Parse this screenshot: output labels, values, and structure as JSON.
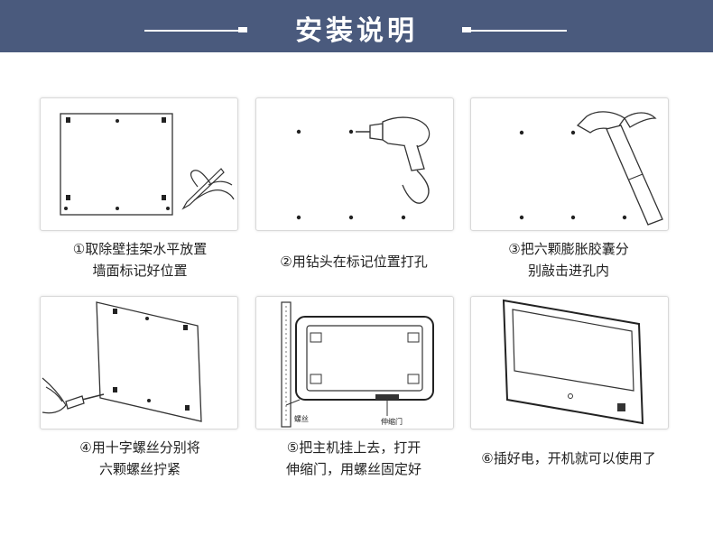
{
  "header": {
    "title": "安装说明",
    "accent_color": "#4a5a7d"
  },
  "steps": [
    {
      "line1": "①取除壁挂架水平放置",
      "line2": "墙面标记好位置",
      "icon": "wall-bracket-marking"
    },
    {
      "line1": "②用钻头在标记位置打孔",
      "line2": "",
      "icon": "power-drill"
    },
    {
      "line1": "③把六颗膨胀胶囊分",
      "line2": "别敲击进孔内",
      "icon": "hammer"
    },
    {
      "line1": "④用十字螺丝分别将",
      "line2": "六颗螺丝拧紧",
      "icon": "screwdriver"
    },
    {
      "line1": "⑤把主机挂上去，打开",
      "line2": "伸缩门，用螺丝固定好",
      "icon": "device-mounting"
    },
    {
      "line1": "⑥插好电，开机就可以使用了",
      "line2": "",
      "icon": "wall-display"
    }
  ],
  "diagram_labels": {
    "screw": "螺丝",
    "telescopic_door": "伸缩门"
  }
}
